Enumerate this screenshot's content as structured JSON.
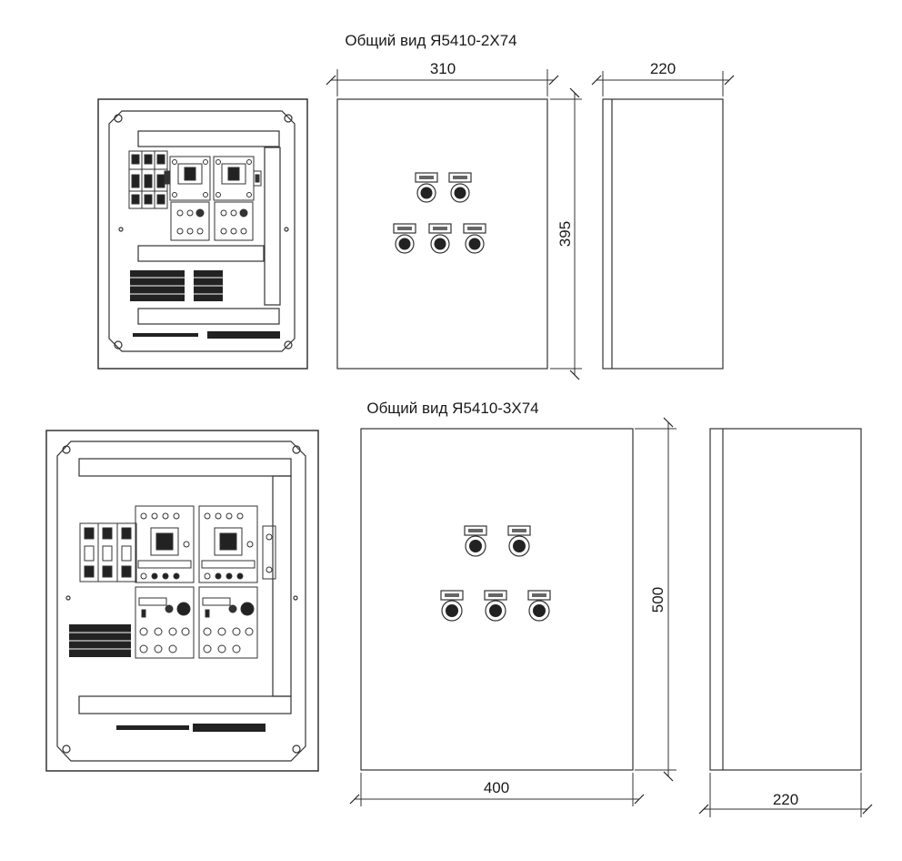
{
  "top": {
    "title": "Общий вид Я5410-2Х74",
    "dim_width": "310",
    "dim_depth": "220",
    "dim_height": "395"
  },
  "bottom": {
    "title": "Общий вид Я5410-3Х74",
    "dim_width": "400",
    "dim_depth": "220",
    "dim_height": "500"
  },
  "colors": {
    "line": "#333333",
    "dark": "#1a1a1a"
  }
}
